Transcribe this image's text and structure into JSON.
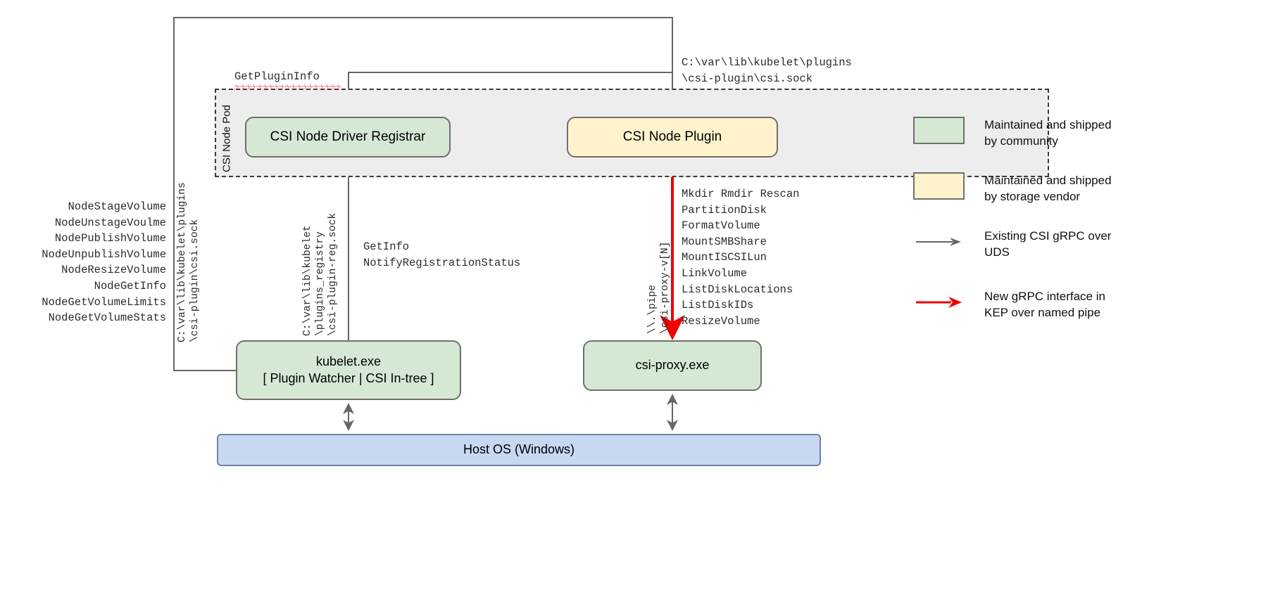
{
  "diagram": {
    "pod": {
      "label": "CSI Node Pod"
    },
    "nodes": {
      "registrar": {
        "label": "CSI Node Driver Registrar",
        "fill": "#d5e8d4"
      },
      "node_plugin": {
        "label": "CSI Node Plugin",
        "fill": "#fff2cc"
      },
      "kubelet": {
        "line1": "kubelet.exe",
        "line2": "[ Plugin Watcher | CSI In-tree ]",
        "fill": "#d5e8d4"
      },
      "csi_proxy": {
        "label": "csi-proxy.exe",
        "fill": "#d5e8d4"
      },
      "host_os": {
        "label": "Host OS (Windows)",
        "fill": "#c6d9f1"
      }
    },
    "annotations": {
      "get_plugin_info": "GetPluginInfo",
      "plugin_socket_path": "C:\\var\\lib\\kubelet\\plugins\n\\csi-plugin\\csi.sock",
      "node_api_list": "NodeStageVolume\nNodeUnstageVoulme\nNodePublishVolume\nNodeUnpublishVolume\nNodeResizeVolume\nNodeGetInfo\nNodeGetVolumeLimits\nNodeGetVolumeStats",
      "registration_api_list": "GetInfo\nNotifyRegistrationStatus",
      "proxy_api_list": "Mkdir Rmdir Rescan\nPartitionDisk\nFormatVolume\nMountSMBShare\nMountISCSILun\nLinkVolume\nListDiskLocations\nListDiskIDs\nResizeVolume",
      "vpath_left": "C:\\var\\lib\\kubelet\\plugins\n\\csi-plugin\\csi.sock",
      "vpath_mid": "C:\\var\\lib\\kubelet\n\\plugins_registry\n\\csi-plugin-reg.sock",
      "vpath_pipe": "\\\\.\\pipe\n\\csi-proxy-v[N]"
    },
    "colors": {
      "community_green": "#d5e8d4",
      "vendor_yellow": "#fff2cc",
      "host_blue": "#c6d9f1",
      "existing_arrow": "#666666",
      "new_arrow": "#ee0000",
      "pod_background": "#ededed"
    }
  },
  "legend": {
    "items": [
      {
        "kind": "swatch-green",
        "text": "Maintained and shipped by community"
      },
      {
        "kind": "swatch-yellow",
        "text": "Maintained and shipped by storage vendor"
      },
      {
        "kind": "arrow-gray",
        "text": "Existing CSI gRPC over UDS"
      },
      {
        "kind": "arrow-red",
        "text": "New gRPC interface in KEP over named pipe"
      }
    ]
  }
}
